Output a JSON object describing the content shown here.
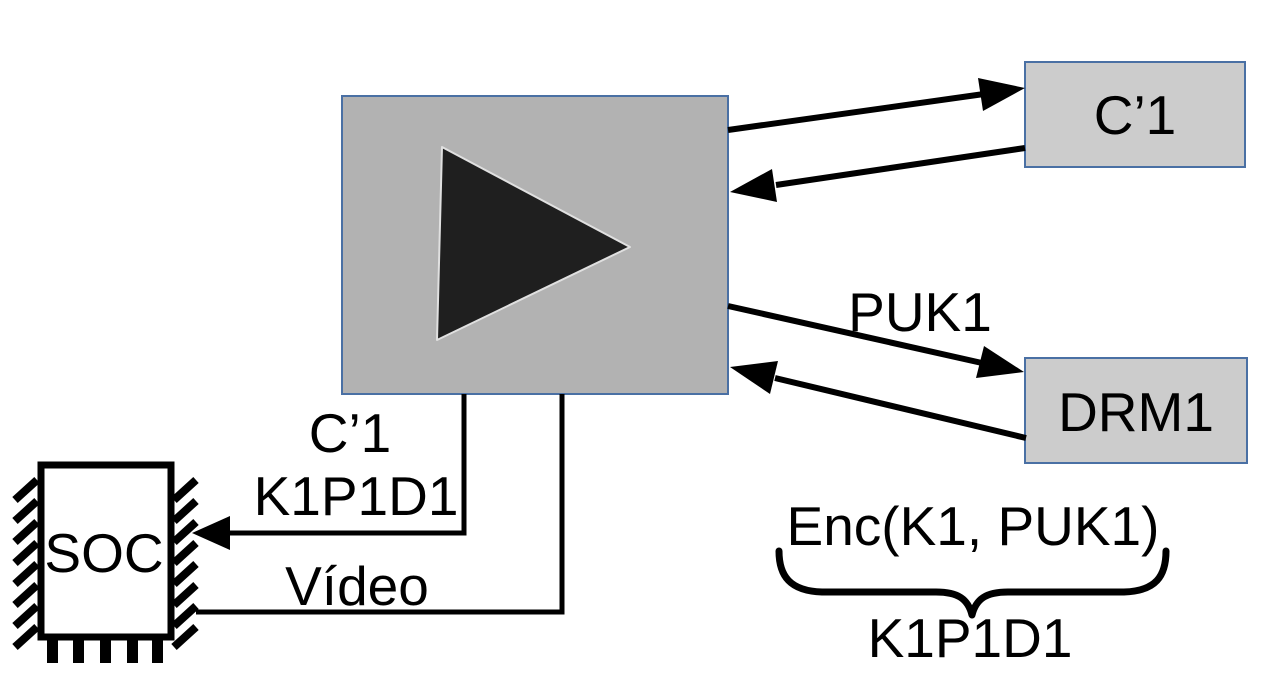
{
  "labels": {
    "puk1": "PUK1",
    "keys_line1": "C’1",
    "keys_line2": "K1P1D1",
    "video": "Vídeo",
    "enc_expression": "Enc(K1, PUK1)",
    "enc_result": "K1P1D1"
  },
  "nodes": {
    "c1": "C’1",
    "drm1": "DRM1",
    "soc": "SOC"
  },
  "icons": {
    "play": "play-triangle-icon",
    "chip": "soc-chip-icon"
  },
  "colors": {
    "background": "#ffffff",
    "player_fill": "#b2b2b2",
    "node_fill": "#cccccc",
    "node_border": "#4a70a4",
    "play_triangle": "#1f1f1f",
    "play_triangle_outline": "#e0e0e0",
    "line": "#000000",
    "text": "#000000"
  }
}
